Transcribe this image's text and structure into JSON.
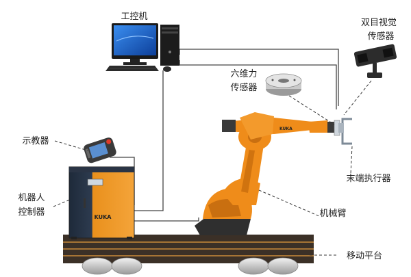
{
  "labels": {
    "ipc": "工控机",
    "stereo_line1": "双目视觉",
    "stereo_line2": "传感器",
    "ft_line1": "六维力",
    "ft_line2": "传感器",
    "pendant": "示教器",
    "ctrl_line1": "机器人",
    "ctrl_line2": "控制器",
    "end_effector": "末端执行器",
    "arm": "机械臂",
    "platform": "移动平台"
  },
  "brand": {
    "controller_logo": "KUKA",
    "arm_logo": "KUKA"
  },
  "colors": {
    "robot_orange": "#ef8c1a",
    "robot_dark": "#3a3a3a",
    "platform_dark": "#3b3027",
    "platform_stripe": "#c98b3a",
    "monitor_screen": "#1f6fd6",
    "cable": "#444444"
  }
}
